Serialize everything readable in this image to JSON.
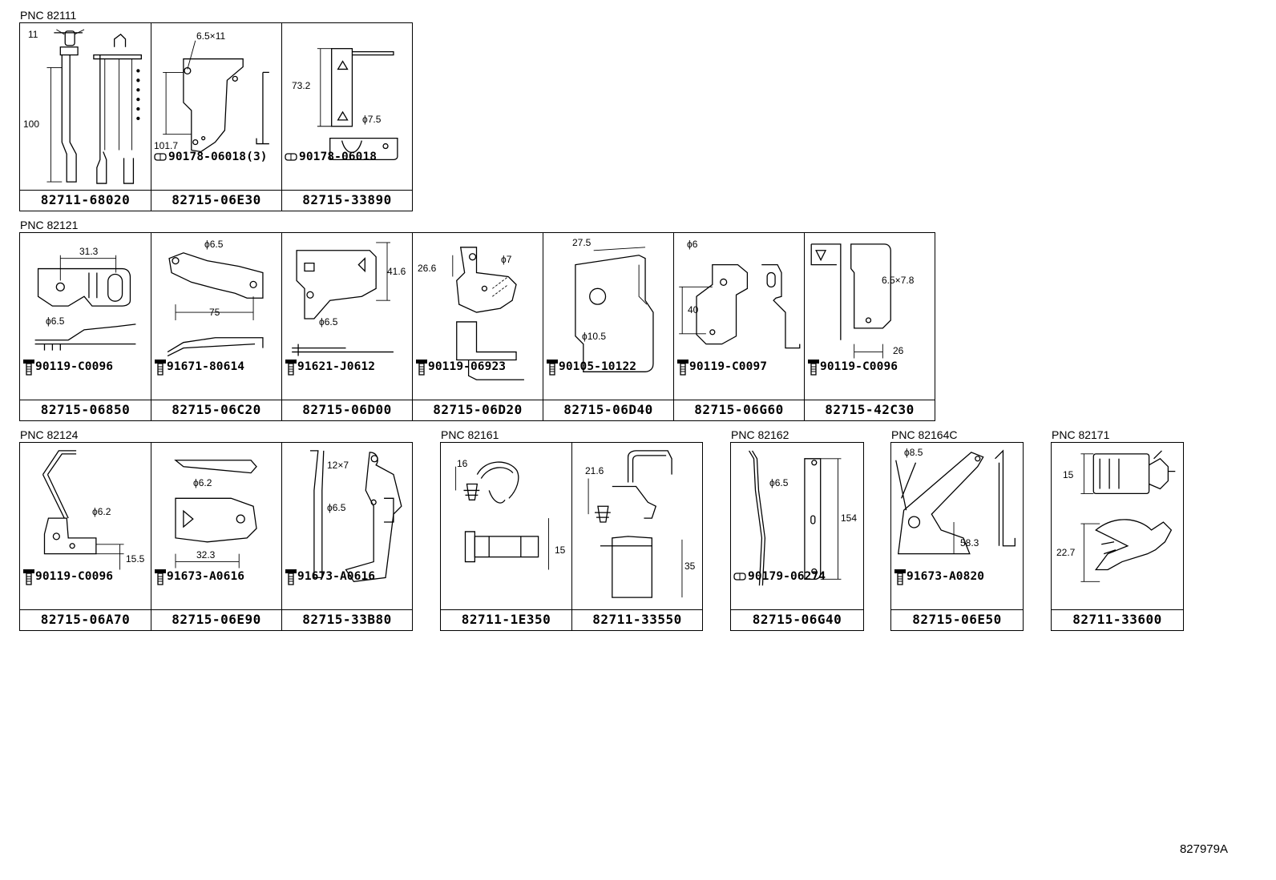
{
  "groups": [
    {
      "pnc": "PNC 82111",
      "cells": [
        {
          "part": "82711-68020",
          "fastener": "",
          "dims": [
            "11",
            "100"
          ]
        },
        {
          "part": "82715-06E30",
          "fastener": "90178-06018(3)",
          "dims": [
            "6.5×11",
            "101.7"
          ]
        },
        {
          "part": "82715-33890",
          "fastener": "90178-06018",
          "dims": [
            "73.2",
            "ϕ7.5"
          ]
        }
      ]
    },
    {
      "pnc": "PNC 82121",
      "cells": [
        {
          "part": "82715-06850",
          "fastener": "90119-C0096",
          "dims": [
            "31.3",
            "ϕ6.5"
          ]
        },
        {
          "part": "82715-06C20",
          "fastener": "91671-80614",
          "dims": [
            "ϕ6.5",
            "75"
          ]
        },
        {
          "part": "82715-06D00",
          "fastener": "91621-J0612",
          "dims": [
            "41.6",
            "ϕ6.5"
          ]
        },
        {
          "part": "82715-06D20",
          "fastener": "90119-06923",
          "dims": [
            "26.6",
            "ϕ7"
          ]
        },
        {
          "part": "82715-06D40",
          "fastener": "90105-10122",
          "dims": [
            "27.5",
            "ϕ10.5"
          ]
        },
        {
          "part": "82715-06G60",
          "fastener": "90119-C0097",
          "dims": [
            "ϕ6",
            "40"
          ]
        },
        {
          "part": "82715-42C30",
          "fastener": "90119-C0096",
          "dims": [
            "6.5×7.8",
            "26"
          ]
        }
      ]
    },
    {
      "pnc": "PNC 82124",
      "cells": [
        {
          "part": "82715-06A70",
          "fastener": "90119-C0096",
          "dims": [
            "ϕ6.2",
            "15.5"
          ]
        },
        {
          "part": "82715-06E90",
          "fastener": "91673-A0616",
          "dims": [
            "ϕ6.2",
            "32.3"
          ]
        },
        {
          "part": "82715-33B80",
          "fastener": "91673-A0616",
          "dims": [
            "12×7",
            "ϕ6.5"
          ]
        }
      ]
    },
    {
      "pnc": "PNC 82161",
      "cells": [
        {
          "part": "82711-1E350",
          "fastener": "",
          "dims": [
            "16",
            "15"
          ]
        },
        {
          "part": "82711-33550",
          "fastener": "",
          "dims": [
            "21.6",
            "35"
          ]
        }
      ]
    },
    {
      "pnc": "PNC 82162",
      "cells": [
        {
          "part": "82715-06G40",
          "fastener": "90179-06274",
          "dims": [
            "ϕ6.5",
            "154"
          ]
        }
      ]
    },
    {
      "pnc": "PNC 82164C",
      "cells": [
        {
          "part": "82715-06E50",
          "fastener": "91673-A0820",
          "dims": [
            "ϕ8.5",
            "58.3"
          ]
        }
      ]
    },
    {
      "pnc": "PNC 82171",
      "cells": [
        {
          "part": "82711-33600",
          "fastener": "",
          "dims": [
            "15",
            "22.7"
          ]
        }
      ]
    }
  ],
  "diagram_id": "827979A"
}
